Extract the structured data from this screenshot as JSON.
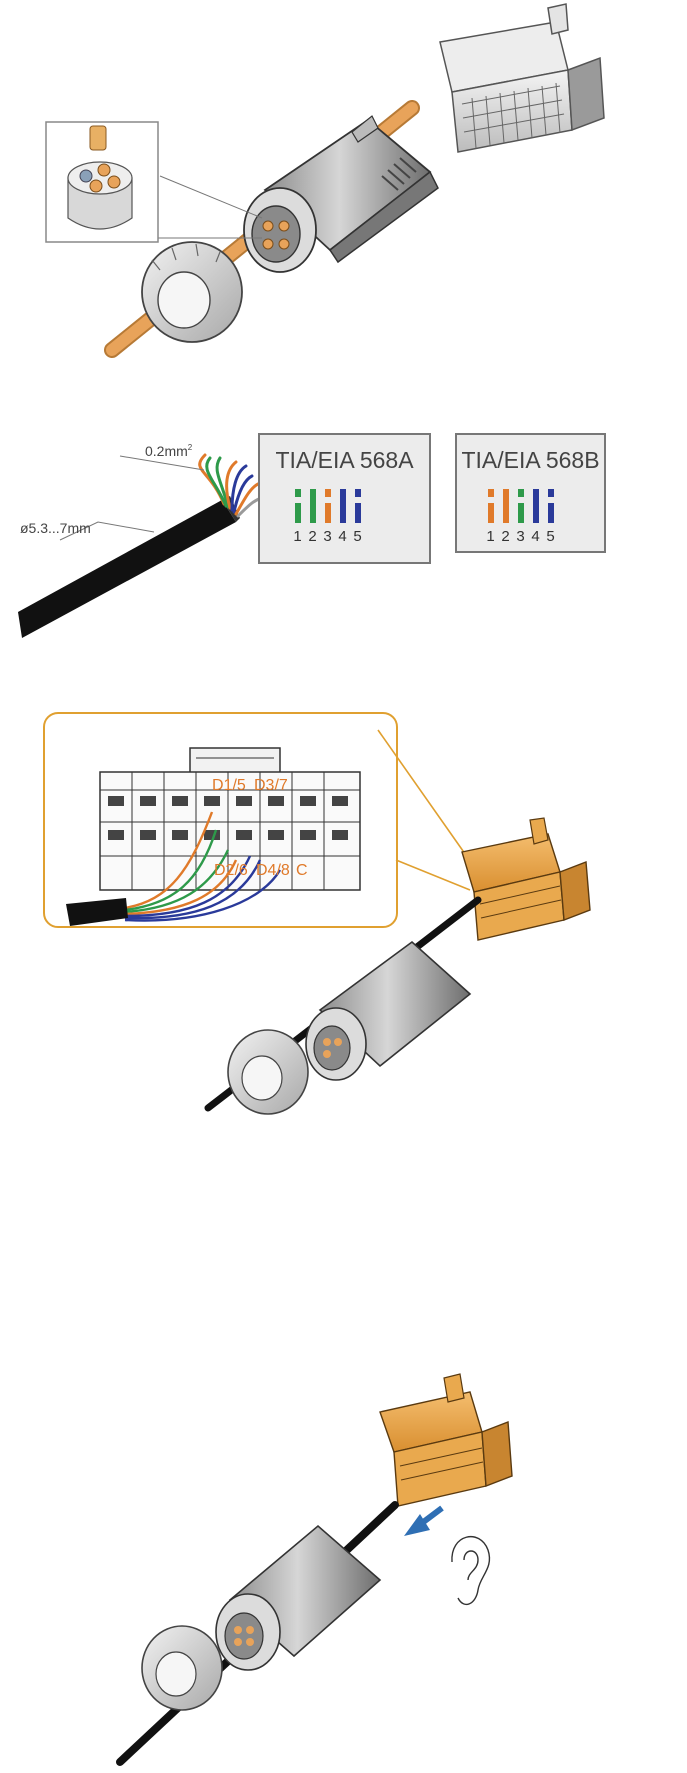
{
  "step2": {
    "conductor_label": "0.2mm",
    "conductor_sup": "2",
    "diameter_label": "ø5.3...7mm",
    "standard_a": {
      "title": "TIA/EIA 568A",
      "numbers": [
        "1",
        "2",
        "3",
        "4",
        "5"
      ],
      "colors": [
        "#2e9a4a",
        "#2e9a4a",
        "#e07a2a",
        "#2a3a9a",
        "#2a3a9a"
      ]
    },
    "standard_b": {
      "title": "TIA/EIA 568B",
      "numbers": [
        "1",
        "2",
        "3",
        "4",
        "5"
      ],
      "colors": [
        "#e07a2a",
        "#e07a2a",
        "#2e9a4a",
        "#2a3a9a",
        "#2a3a9a"
      ]
    }
  },
  "step3": {
    "label_top_1": "D1/5",
    "label_top_2": "D3/7",
    "label_bottom_1": "D2/6",
    "label_bottom_2": "D4/8",
    "label_bottom_3": "C",
    "callout_color": "#e0a030",
    "label_color": "#e07a2a"
  },
  "colors": {
    "cable_orange": "#e8a35a",
    "terminal_orange": "#e9a94e",
    "wire_green": "#2e9a4a",
    "wire_orange": "#e07a2a",
    "wire_blue": "#2a3a9a",
    "arrow_blue": "#2f6fb4"
  }
}
